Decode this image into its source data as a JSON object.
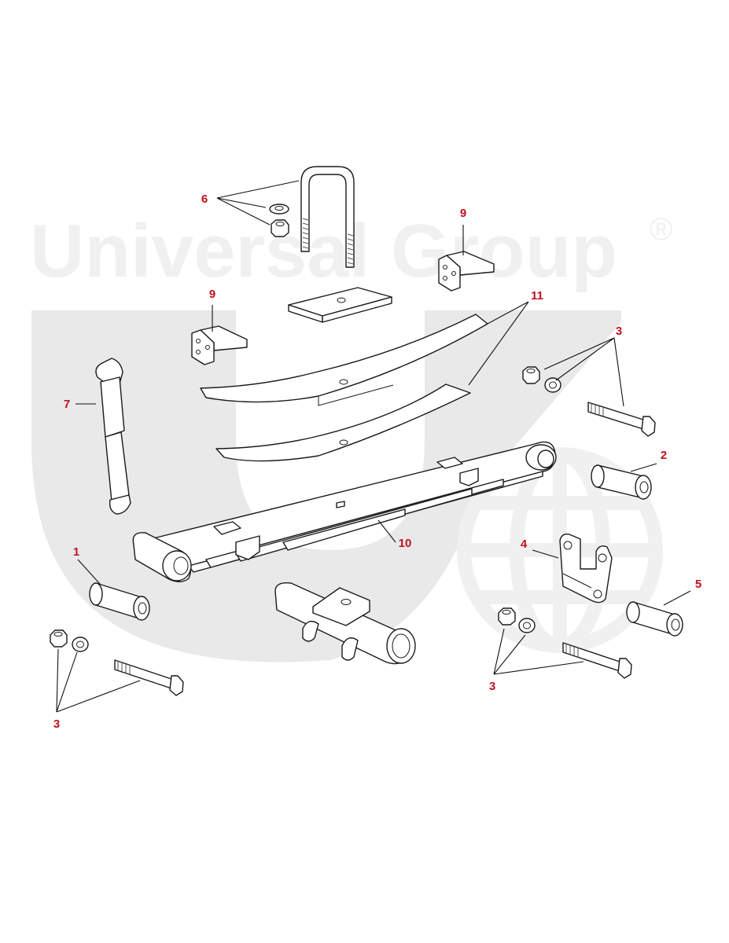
{
  "watermark": {
    "brand": "Universal Group",
    "registered": "®"
  },
  "callouts": [
    {
      "id": "c6",
      "label": "6"
    },
    {
      "id": "c9a",
      "label": "9"
    },
    {
      "id": "c9b",
      "label": "9"
    },
    {
      "id": "c11",
      "label": "11"
    },
    {
      "id": "c3a",
      "label": "3"
    },
    {
      "id": "c7",
      "label": "7"
    },
    {
      "id": "c2",
      "label": "2"
    },
    {
      "id": "c10",
      "label": "10"
    },
    {
      "id": "c1",
      "label": "1"
    },
    {
      "id": "c4",
      "label": "4"
    },
    {
      "id": "c5",
      "label": "5"
    },
    {
      "id": "c3b",
      "label": "3"
    },
    {
      "id": "c3c",
      "label": "3"
    }
  ],
  "colors": {
    "callout": "#c0111f",
    "watermark": "#f0f0f0",
    "line": "#1a1a1a"
  }
}
